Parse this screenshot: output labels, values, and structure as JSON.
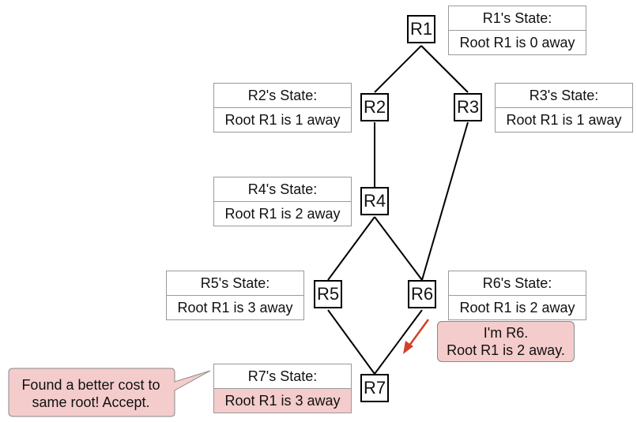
{
  "nodes": {
    "r1": "R1",
    "r2": "R2",
    "r3": "R3",
    "r4": "R4",
    "r5": "R5",
    "r6": "R6",
    "r7": "R7"
  },
  "states": {
    "r1": {
      "header": "R1's State:",
      "body": "Root R1 is 0 away"
    },
    "r2": {
      "header": "R2's State:",
      "body": "Root R1 is 1 away"
    },
    "r3": {
      "header": "R3's State:",
      "body": "Root R1 is 1 away"
    },
    "r4": {
      "header": "R4's State:",
      "body": "Root R1 is 2 away"
    },
    "r5": {
      "header": "R5's State:",
      "body": "Root R1 is 3 away"
    },
    "r6": {
      "header": "R6's State:",
      "body": "Root R1 is 2 away"
    },
    "r7": {
      "header": "R7's State:",
      "body": "Root R1 is 3 away"
    }
  },
  "message": {
    "line1": "I'm R6.",
    "line2": "Root R1 is 2 away."
  },
  "callout": {
    "line1": "Found a better cost to",
    "line2": "same root! Accept."
  },
  "colors": {
    "highlight": "#f4cccc",
    "arrow": "#d0412b"
  }
}
